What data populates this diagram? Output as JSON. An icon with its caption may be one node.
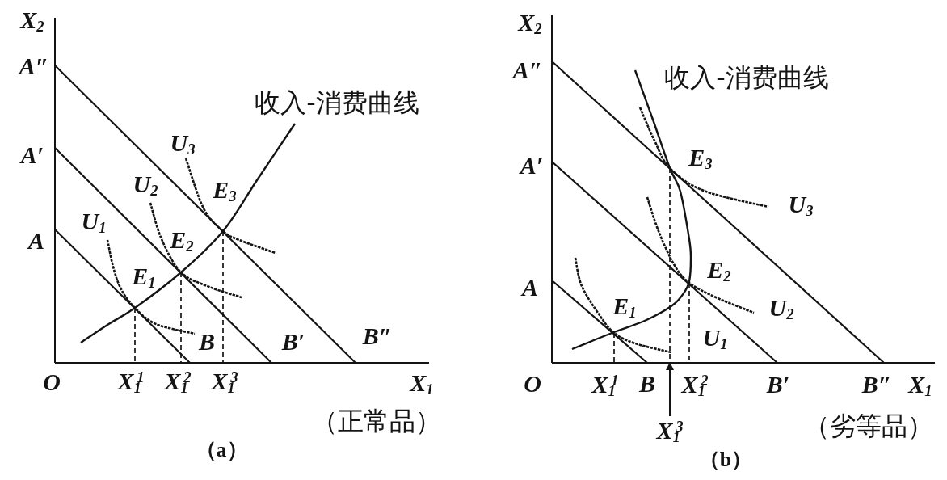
{
  "diagram": {
    "nodes": [
      {
        "text": [],
        "shape": "line"
      },
      {
        "text": [
          "X$_{1}$$^{3}$"
        ]
      }
    ],
    "edges": [
      {
        "from": 1,
        "to": 0,
        "arrow": "to"
      }
    ],
    "labels": [
      "X$_{2}$",
      "A″",
      "收入-消费曲线",
      "U$_{3}$",
      "A′",
      "U$_{2}$",
      "E$_{3}$",
      "U$_{1}$",
      "A",
      "E$_{2}$",
      "E$_{1}$",
      "B",
      "B′",
      "B″",
      "O",
      "X$_{1}$$^{1}$",
      "X$_{1}$$^{2}$",
      "X$_{1}$$^{3}$",
      "X$_{1}$",
      "（正常品）",
      "（a）",
      "X$_{2}$",
      "A″",
      "收入-消费曲线",
      "A′",
      "E$_{3}$",
      "U$_{3}$",
      "E$_{2}$",
      "A",
      "E$_{1}$",
      "U$_{2}$",
      "U$_{1}$",
      "O",
      "X$_{1}$$^{1}$",
      "B",
      "X$_{1}$$^{2}$",
      "B′",
      "B″",
      "X$_{1}$",
      "（劣等品）",
      "（b）"
    ]
  }
}
